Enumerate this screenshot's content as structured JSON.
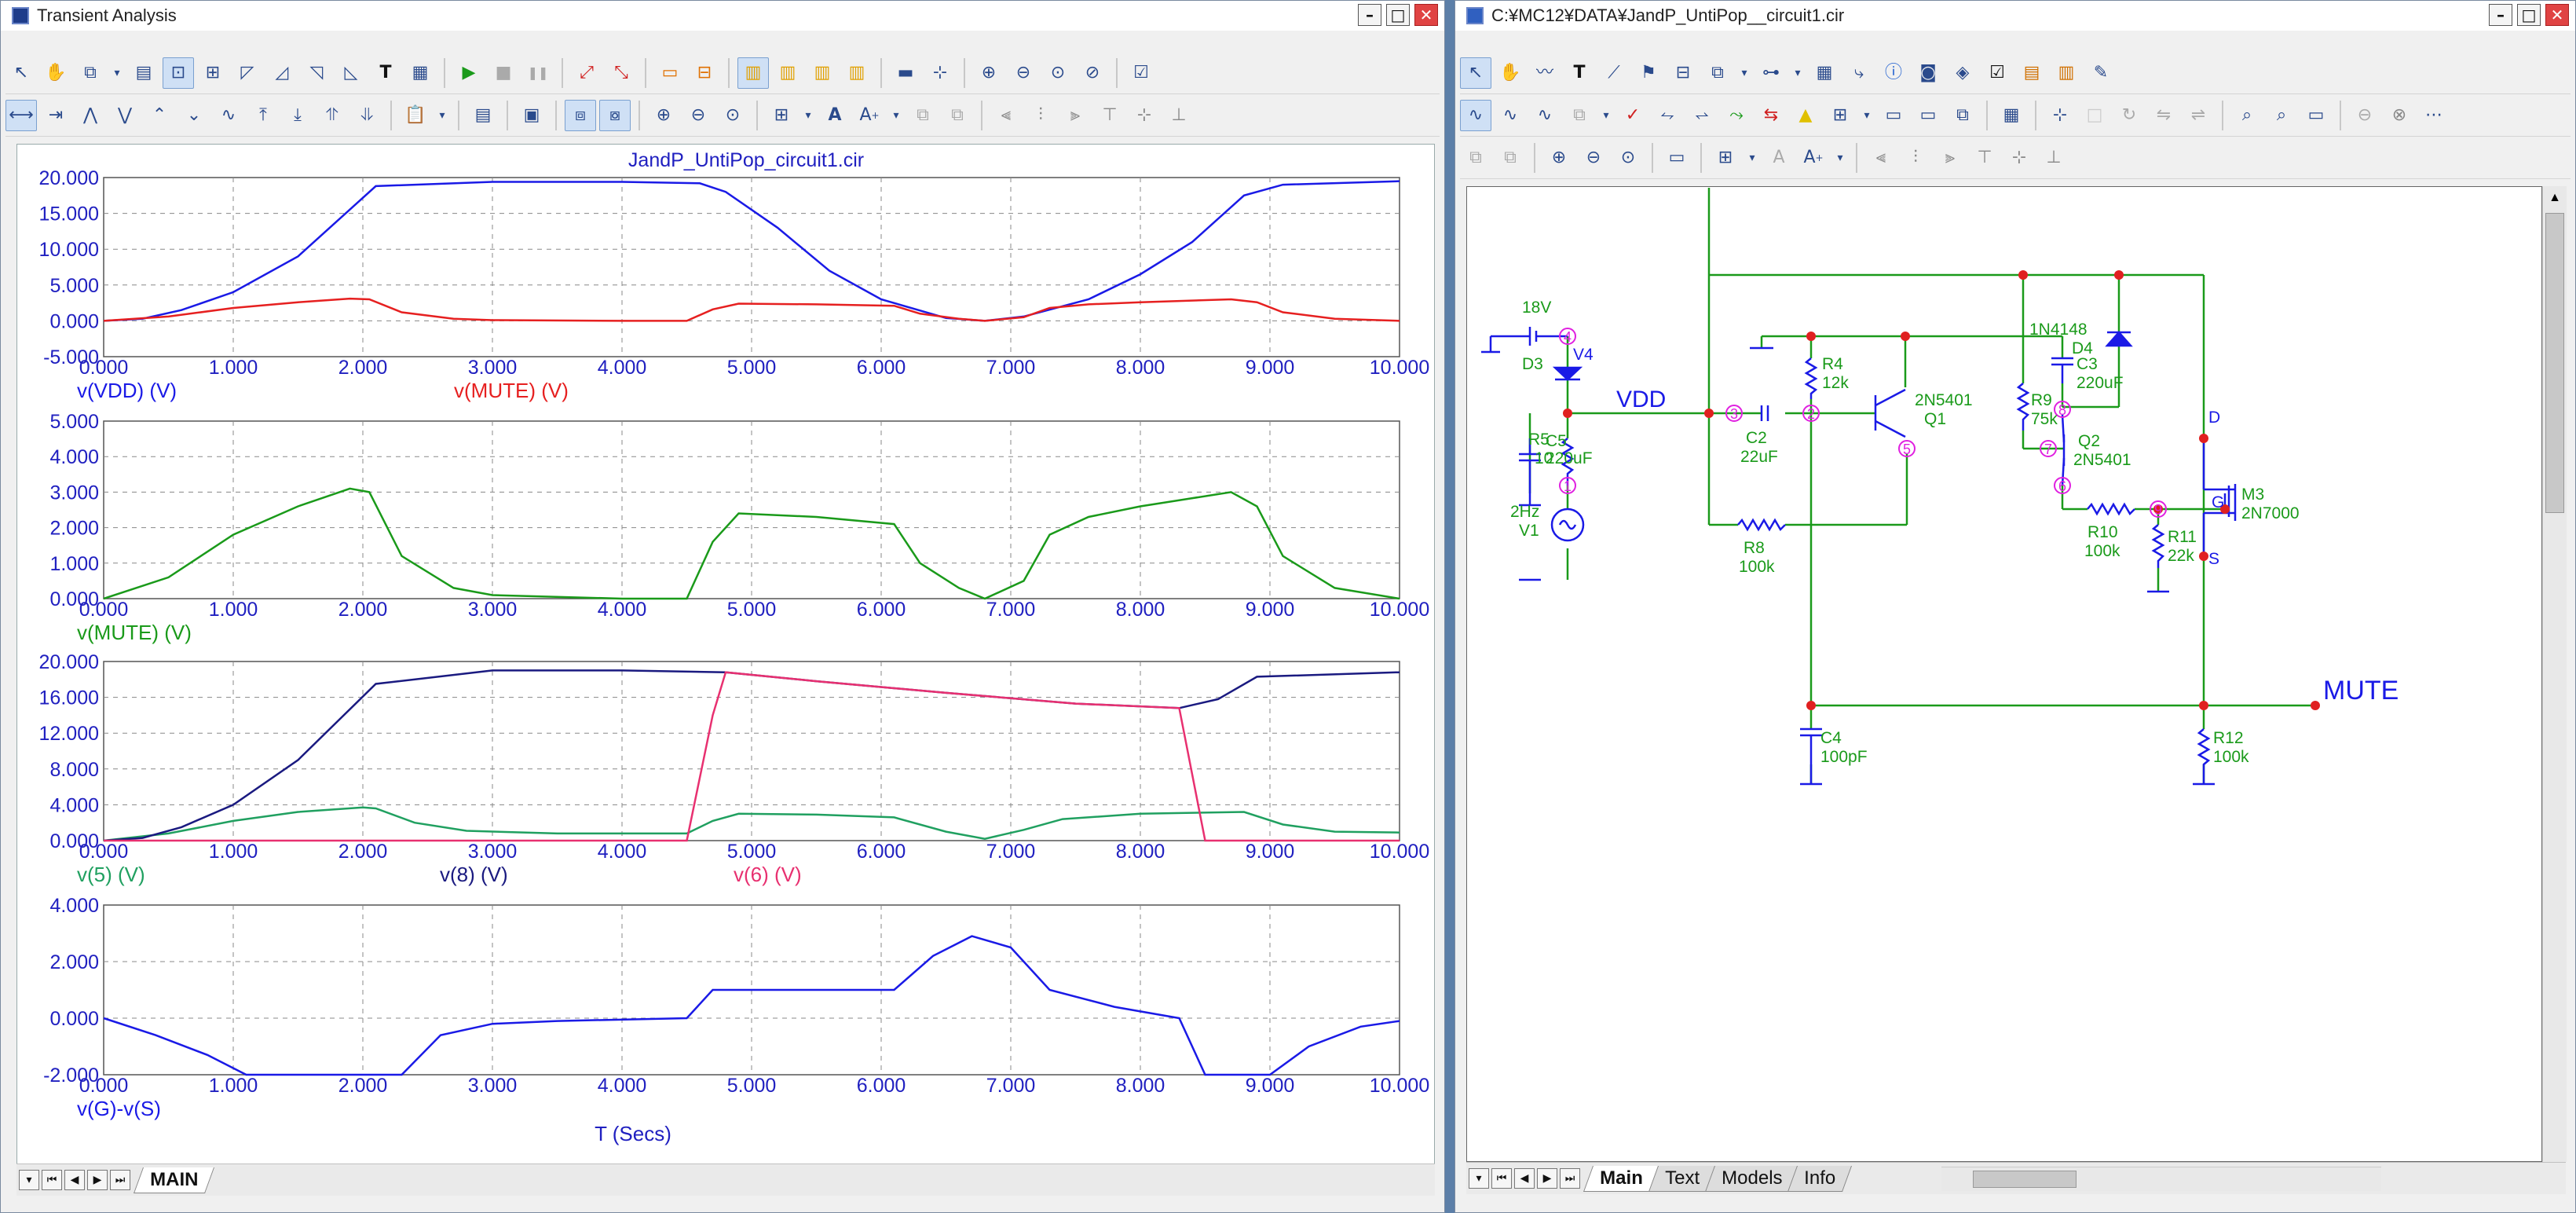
{
  "left_window": {
    "title": "Transient Analysis",
    "plot_title": "JandP_UntiPop_circuit1.cir",
    "x_axis_label": "T (Secs)",
    "tab": "MAIN",
    "controls": {
      "minimize": "–",
      "maximize": "□",
      "close": "✕"
    }
  },
  "right_window": {
    "title": "C:¥MC12¥DATA¥JandP_UntiPop__circuit1.cir",
    "tabs": [
      "Main",
      "Text",
      "Models",
      "Info"
    ],
    "active_tab": "Main",
    "controls": {
      "minimize": "–",
      "maximize": "□",
      "close": "✕"
    }
  },
  "toolbar_icons_left_row1": [
    "select-arrow-icon",
    "pan-hand-icon",
    "scale-icon",
    "dropdown-arrow-icon",
    "data-points-icon",
    "zoom-rect-icon",
    "grid-icon",
    "cursor-peak-icon",
    "cursor-valley-icon",
    "cursor-high-icon",
    "cursor-low-icon",
    "text-tool-icon",
    "properties-icon",
    "run-icon",
    "stop-icon",
    "pause-icon",
    "erase-icon",
    "pin-icon",
    "window-icon",
    "tile-icon",
    "layout-a-icon",
    "layout-b-icon",
    "layout-c-icon",
    "layout-d-icon",
    "horizontal-icon",
    "crosshair-icon",
    "zoom-in-icon",
    "zoom-out-icon",
    "zoom-fit-icon",
    "preferences-icon"
  ],
  "icon_glyphs": {
    "select-arrow-icon": "↖",
    "pan-hand-icon": "✋",
    "run-icon": "▶",
    "stop-icon": "■",
    "pause-icon": "❚❚",
    "text-tool-icon": "T",
    "zoom-in-icon": "⊕",
    "zoom-out-icon": "⊖",
    "grid-icon": "⊞"
  },
  "chart_data": [
    {
      "type": "line",
      "title": "JandP_UntiPop_circuit1.cir",
      "xlim": [
        0,
        10
      ],
      "ylim": [
        -5,
        20
      ],
      "x_ticks": [
        "0.000",
        "1.000",
        "2.000",
        "3.000",
        "4.000",
        "5.000",
        "6.000",
        "7.000",
        "8.000",
        "9.000",
        "10.000"
      ],
      "y_ticks": [
        "-5.000",
        "0.000",
        "5.000",
        "10.000",
        "15.000",
        "20.000"
      ],
      "legend": [
        "v(VDD) (V)",
        "v(MUTE) (V)"
      ],
      "series": [
        {
          "name": "v(VDD) (V)",
          "color": "#1a1ae6",
          "points": [
            [
              0,
              0
            ],
            [
              0.3,
              0.3
            ],
            [
              0.6,
              1.5
            ],
            [
              1.0,
              4
            ],
            [
              1.5,
              9
            ],
            [
              2.1,
              18.8
            ],
            [
              3.0,
              19.4
            ],
            [
              4.0,
              19.4
            ],
            [
              4.6,
              19.2
            ],
            [
              4.8,
              18
            ],
            [
              5.2,
              13
            ],
            [
              5.6,
              7
            ],
            [
              6.0,
              3
            ],
            [
              6.5,
              0.4
            ],
            [
              6.8,
              0
            ],
            [
              7.1,
              0.6
            ],
            [
              7.6,
              3
            ],
            [
              8.0,
              6.5
            ],
            [
              8.4,
              11
            ],
            [
              8.8,
              17.5
            ],
            [
              9.1,
              19
            ],
            [
              10,
              19.5
            ]
          ]
        },
        {
          "name": "v(MUTE) (V)",
          "color": "#e62020",
          "points": [
            [
              0,
              0
            ],
            [
              0.5,
              0.6
            ],
            [
              1.0,
              1.8
            ],
            [
              1.5,
              2.6
            ],
            [
              1.9,
              3.1
            ],
            [
              2.05,
              3.0
            ],
            [
              2.3,
              1.2
            ],
            [
              2.7,
              0.3
            ],
            [
              3.0,
              0.1
            ],
            [
              4.0,
              0
            ],
            [
              4.5,
              0
            ],
            [
              4.7,
              1.6
            ],
            [
              4.9,
              2.4
            ],
            [
              5.5,
              2.3
            ],
            [
              6.1,
              2.1
            ],
            [
              6.3,
              1.0
            ],
            [
              6.6,
              0.3
            ],
            [
              6.8,
              0
            ],
            [
              7.1,
              0.5
            ],
            [
              7.3,
              1.8
            ],
            [
              7.6,
              2.3
            ],
            [
              8.0,
              2.6
            ],
            [
              8.7,
              3.0
            ],
            [
              8.9,
              2.6
            ],
            [
              9.1,
              1.2
            ],
            [
              9.5,
              0.3
            ],
            [
              10,
              0
            ]
          ]
        }
      ]
    },
    {
      "type": "line",
      "xlim": [
        0,
        10
      ],
      "ylim": [
        0,
        5
      ],
      "x_ticks": [
        "0.000",
        "1.000",
        "2.000",
        "3.000",
        "4.000",
        "5.000",
        "6.000",
        "7.000",
        "8.000",
        "9.000",
        "10.000"
      ],
      "y_ticks": [
        "0.000",
        "1.000",
        "2.000",
        "3.000",
        "4.000",
        "5.000"
      ],
      "legend": [
        "v(MUTE) (V)"
      ],
      "series": [
        {
          "name": "v(MUTE) (V)",
          "color": "#1a9a1a",
          "points": [
            [
              0,
              0
            ],
            [
              0.5,
              0.6
            ],
            [
              1.0,
              1.8
            ],
            [
              1.5,
              2.6
            ],
            [
              1.9,
              3.1
            ],
            [
              2.05,
              3.0
            ],
            [
              2.3,
              1.2
            ],
            [
              2.7,
              0.3
            ],
            [
              3.0,
              0.1
            ],
            [
              4.0,
              0
            ],
            [
              4.5,
              0
            ],
            [
              4.7,
              1.6
            ],
            [
              4.9,
              2.4
            ],
            [
              5.5,
              2.3
            ],
            [
              6.1,
              2.1
            ],
            [
              6.3,
              1.0
            ],
            [
              6.6,
              0.3
            ],
            [
              6.8,
              0
            ],
            [
              7.1,
              0.5
            ],
            [
              7.3,
              1.8
            ],
            [
              7.6,
              2.3
            ],
            [
              8.0,
              2.6
            ],
            [
              8.7,
              3.0
            ],
            [
              8.9,
              2.6
            ],
            [
              9.1,
              1.2
            ],
            [
              9.5,
              0.3
            ],
            [
              10,
              0
            ]
          ]
        }
      ]
    },
    {
      "type": "line",
      "xlim": [
        0,
        10
      ],
      "ylim": [
        0,
        20
      ],
      "x_ticks": [
        "0.000",
        "1.000",
        "2.000",
        "3.000",
        "4.000",
        "5.000",
        "6.000",
        "7.000",
        "8.000",
        "9.000",
        "10.000"
      ],
      "y_ticks": [
        "0.000",
        "4.000",
        "8.000",
        "12.000",
        "16.000",
        "20.000"
      ],
      "legend": [
        "v(5) (V)",
        "v(8) (V)",
        "v(6) (V)"
      ],
      "series": [
        {
          "name": "v(5) (V)",
          "color": "#20a060",
          "points": [
            [
              0,
              0
            ],
            [
              0.5,
              0.8
            ],
            [
              1.0,
              2.2
            ],
            [
              1.5,
              3.2
            ],
            [
              2.0,
              3.7
            ],
            [
              2.1,
              3.6
            ],
            [
              2.4,
              2.0
            ],
            [
              2.8,
              1.1
            ],
            [
              3.5,
              0.8
            ],
            [
              4.5,
              0.8
            ],
            [
              4.7,
              2.2
            ],
            [
              4.9,
              3.0
            ],
            [
              5.5,
              2.9
            ],
            [
              6.1,
              2.6
            ],
            [
              6.5,
              1.0
            ],
            [
              6.8,
              0.2
            ],
            [
              7.1,
              1.2
            ],
            [
              7.4,
              2.4
            ],
            [
              8.0,
              3.0
            ],
            [
              8.8,
              3.2
            ],
            [
              9.1,
              1.8
            ],
            [
              9.5,
              1.0
            ],
            [
              10,
              0.9
            ]
          ]
        },
        {
          "name": "v(8) (V)",
          "color": "#1a1a80",
          "points": [
            [
              0,
              0
            ],
            [
              0.3,
              0.3
            ],
            [
              0.6,
              1.5
            ],
            [
              1.0,
              4
            ],
            [
              1.5,
              9
            ],
            [
              2.1,
              17.5
            ],
            [
              3.0,
              19.0
            ],
            [
              4.0,
              19.0
            ],
            [
              4.8,
              18.8
            ],
            [
              5.5,
              17.8
            ],
            [
              6.5,
              16.5
            ],
            [
              7.5,
              15.3
            ],
            [
              8.3,
              14.8
            ],
            [
              8.6,
              15.8
            ],
            [
              8.9,
              18.3
            ],
            [
              10,
              18.8
            ]
          ]
        },
        {
          "name": "v(6) (V)",
          "color": "#e83070",
          "points": [
            [
              0,
              0
            ],
            [
              4.5,
              0
            ],
            [
              4.7,
              14
            ],
            [
              4.8,
              18.8
            ],
            [
              5.5,
              17.8
            ],
            [
              6.5,
              16.5
            ],
            [
              7.5,
              15.3
            ],
            [
              8.3,
              14.8
            ],
            [
              8.5,
              0
            ],
            [
              10,
              0
            ]
          ]
        }
      ]
    },
    {
      "type": "line",
      "xlim": [
        0,
        10
      ],
      "ylim": [
        -2,
        4
      ],
      "x_ticks": [
        "0.000",
        "1.000",
        "2.000",
        "3.000",
        "4.000",
        "5.000",
        "6.000",
        "7.000",
        "8.000",
        "9.000",
        "10.000"
      ],
      "y_ticks": [
        "-2.000",
        "0.000",
        "2.000",
        "4.000"
      ],
      "xlabel": "T (Secs)",
      "legend": [
        "v(G)-v(S)"
      ],
      "series": [
        {
          "name": "v(G)-v(S)",
          "color": "#1a1ae6",
          "points": [
            [
              0,
              0
            ],
            [
              0.4,
              -0.6
            ],
            [
              0.8,
              -1.3
            ],
            [
              1.1,
              -2.0
            ],
            [
              2.3,
              -2.0
            ],
            [
              2.6,
              -0.6
            ],
            [
              3.0,
              -0.2
            ],
            [
              3.5,
              -0.1
            ],
            [
              4.5,
              0
            ],
            [
              4.7,
              1.0
            ],
            [
              5.5,
              1.0
            ],
            [
              6.1,
              1.0
            ],
            [
              6.4,
              2.2
            ],
            [
              6.7,
              2.9
            ],
            [
              7.0,
              2.5
            ],
            [
              7.3,
              1.0
            ],
            [
              7.8,
              0.4
            ],
            [
              8.3,
              0
            ],
            [
              8.5,
              -2.0
            ],
            [
              9.0,
              -2.0
            ],
            [
              9.3,
              -1.0
            ],
            [
              9.7,
              -0.3
            ],
            [
              10,
              -0.1
            ]
          ]
        }
      ]
    }
  ],
  "schematic": {
    "labels": {
      "v18": "18V",
      "v4": "V4",
      "d3": "D3",
      "vdd": "VDD",
      "r5": "R5",
      "r5v": "10",
      "c5": "C5",
      "c5v": "220uF",
      "v1f": "2Hz",
      "v1": "V1",
      "r4": "R4",
      "r4v": "12k",
      "c2": "C2",
      "c2v": "22uF",
      "q1t": "2N5401",
      "q1": "Q1",
      "r8": "R8",
      "r8v": "100k",
      "r9": "R9",
      "r9v": "75k",
      "c3": "C3",
      "c3v": "220uF",
      "d4t": "1N4148",
      "d4": "D4",
      "q2": "Q2",
      "q2t": "2N5401",
      "r10": "R10",
      "r10v": "100k",
      "r11": "R11",
      "r11v": "22k",
      "m3": "M3",
      "m3t": "2N7000",
      "g": "G",
      "d": "D",
      "s": "S",
      "mute": "MUTE",
      "c4": "C4",
      "c4v": "100pF",
      "r12": "R12",
      "r12v": "100k",
      "n1": "1",
      "n2": "2",
      "n3": "3",
      "n4": "4",
      "n5": "5",
      "n6": "6",
      "n7": "7",
      "n8": "8",
      "n9": "9"
    }
  }
}
